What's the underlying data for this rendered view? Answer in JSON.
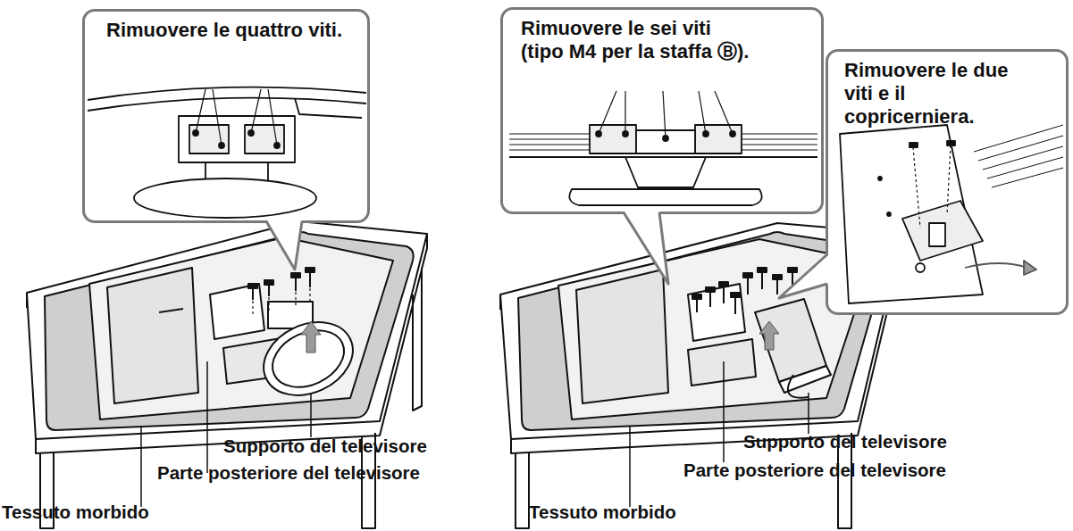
{
  "diagram": {
    "nodes": [
      {
        "text": [
          "Rimuovere le quattro viti."
        ]
      },
      {
        "text": [
          "Rimuovere le sei viti (tipo M4 per la staffa Ⓑ)."
        ]
      },
      {
        "text": [
          "Rimuovere le due viti e il copricerniera."
        ]
      }
    ],
    "labels": [
      "Supporto del televisore",
      "Parte posteriore del televisore",
      "Tessuto morbido",
      "Supporto del televisore",
      "Parte posteriore del televisore",
      "Tessuto morbido"
    ]
  }
}
